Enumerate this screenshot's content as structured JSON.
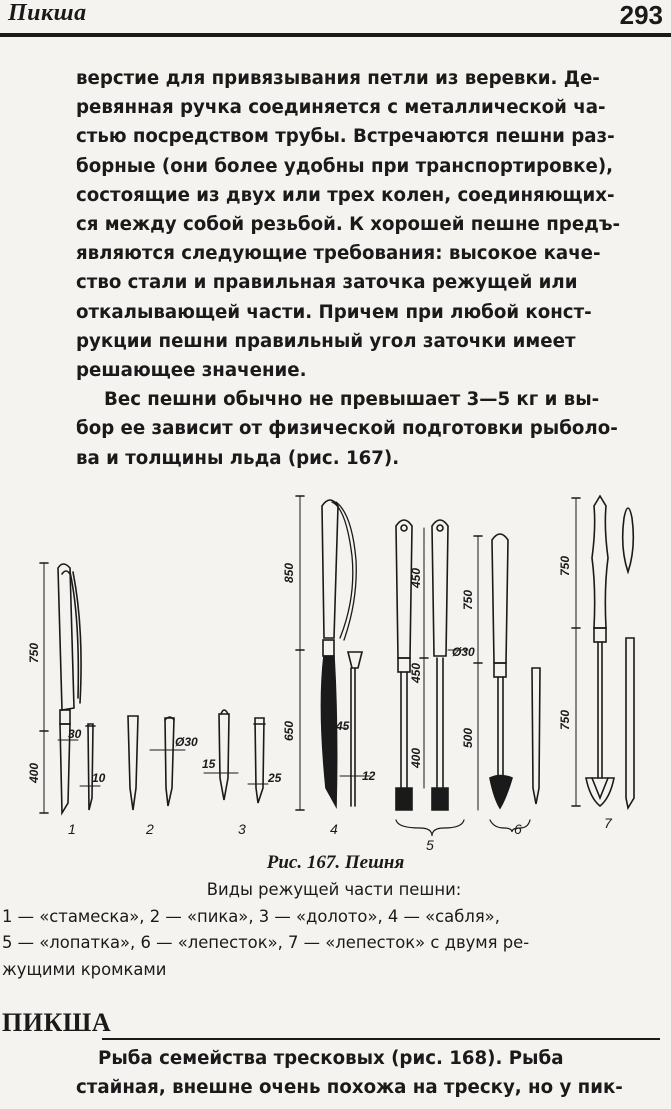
{
  "header": {
    "running_head": "Пикша",
    "page_number": "293"
  },
  "body": {
    "paragraph1_lines": [
      "верстие для привязывания петли из веревки. Де-",
      "ревянная ручка соединяется с металлической ча-",
      "стью посредством трубы. Встречаются пешни раз-",
      "борные (они более удобны при транспортировке),",
      "состоящие из двух или трех колен, соединяющих-",
      "ся между собой резьбой. К хорошей пешне предъ-",
      "являются следующие требования: высокое каче-",
      "ство стали и правильная заточка режущей или",
      "откалывающей части. Причем при любой конст-",
      "рукции пешни правильный угол заточки имеет",
      "решающее значение."
    ],
    "paragraph2_lines": [
      "Вес пешни обычно не превышает 3—5 кг и вы-",
      "бор ее зависит от физической подготовки рыболо-",
      "ва и толщины льда (рис. 167)."
    ]
  },
  "figure": {
    "item_numbers": [
      "1",
      "2",
      "3",
      "4",
      "5",
      "6",
      "7"
    ],
    "dimensions": {
      "d1_750": "750",
      "d1_400": "400",
      "d1_30": "30",
      "d1_10": "10",
      "d2_30": "Ø30",
      "d3_15": "15",
      "d3_25": "25",
      "d4_850": "850",
      "d4_650": "650",
      "d4_45": "45",
      "d4_12": "12",
      "d5_450a": "450",
      "d5_450b": "450",
      "d5_400": "400",
      "d5_30": "Ø30",
      "d6_750": "750",
      "d6_500": "500",
      "d7_750a": "750",
      "d7_750b": "750"
    },
    "caption": "Рис. 167. Пешня",
    "legend_title": "Виды режущей части пешни:",
    "legend_lines": [
      "1 — «стамеска», 2 — «пика», 3 — «долото», 4 — «сабля»,",
      "5 — «лопатка», 6 — «лепесток», 7 — «лепесток» с двумя ре-",
      "жущими кромками"
    ]
  },
  "entry": {
    "title": "ПИКША",
    "text_lines": [
      "Рыба семейства тресковых (рис. 168). Рыба",
      "стайная, внешне очень похожа на треску, но у пик-"
    ]
  }
}
